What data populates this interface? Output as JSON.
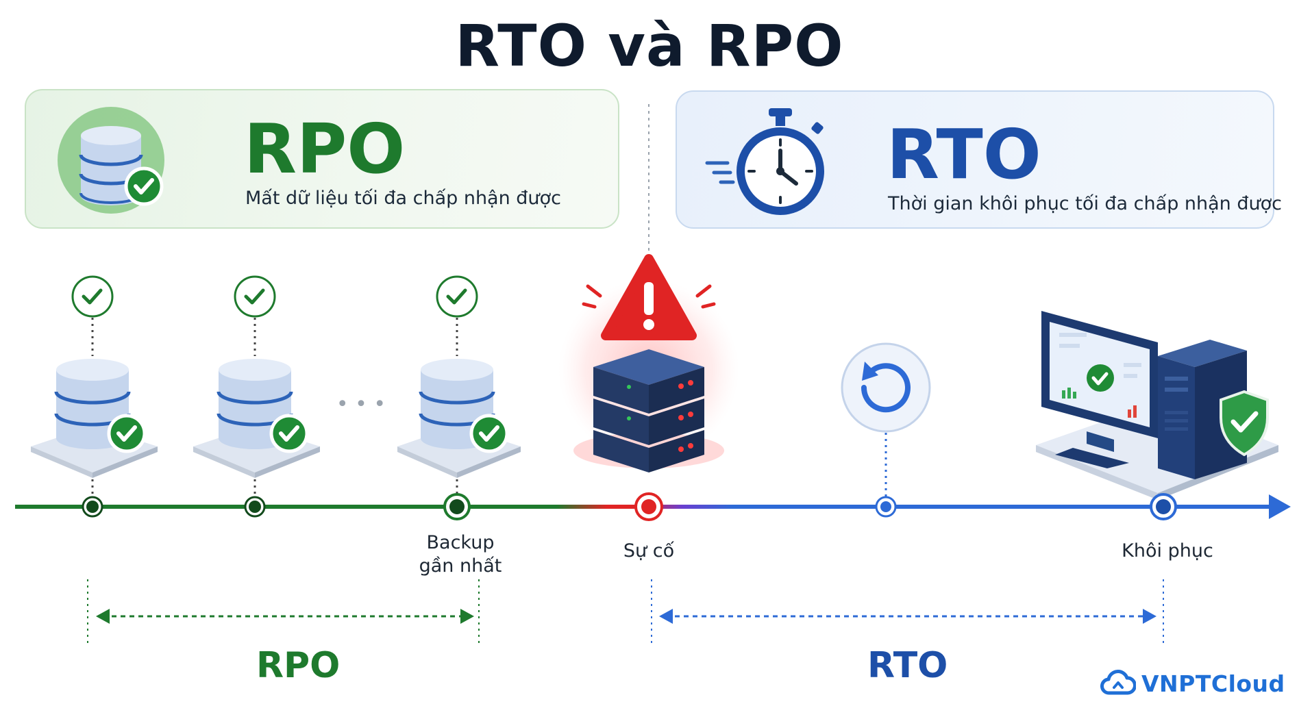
{
  "title": "RTO và RPO",
  "rpo_card": {
    "heading": "RPO",
    "subtitle": "Mất dữ liệu tối đa chấp nhận được",
    "icon": "database-check-icon"
  },
  "rto_card": {
    "heading": "RTO",
    "subtitle": "Thời gian khôi phục tối đa chấp nhận được",
    "icon": "stopwatch-icon"
  },
  "timeline": {
    "backups": [
      {
        "icon": "database-check-icon",
        "badge": "check-circle-icon"
      },
      {
        "icon": "database-check-icon",
        "badge": "check-circle-icon"
      },
      {
        "icon": "database-check-icon",
        "badge": "check-circle-icon"
      }
    ],
    "ellipsis": "• • •",
    "last_backup_label": [
      "Backup",
      "gần nhất"
    ],
    "incident_label": "Sự cố",
    "incident_icon": "warning-triangle-icon",
    "restore_icon": "restore-arrow-icon",
    "recovered_label": "Khôi phục",
    "recovered_icon": "computer-shield-icon"
  },
  "ranges": {
    "rpo_label": "RPO",
    "rto_label": "RTO"
  },
  "colors": {
    "green": "#1e7a2d",
    "blue": "#1d5fc4",
    "red": "#e02424",
    "dark_green": "#124a1c"
  },
  "brand": {
    "name": "VNPTCloud",
    "icon": "cloud-logo-icon"
  }
}
